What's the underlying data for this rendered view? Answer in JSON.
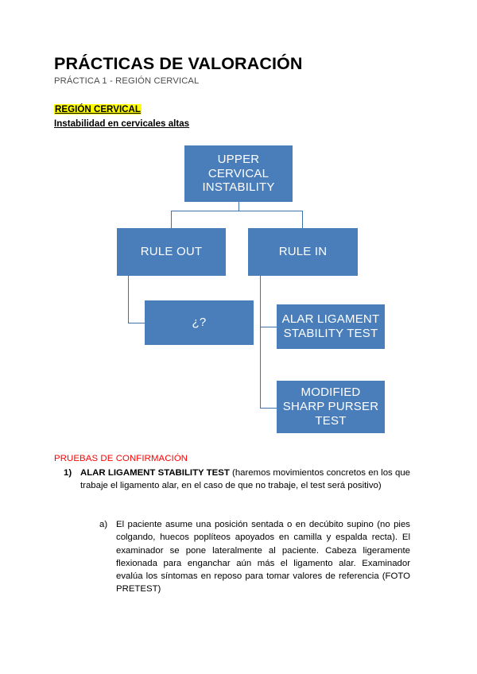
{
  "document": {
    "title": "PRÁCTICAS DE VALORACIÓN",
    "subtitle": "PRÁCTICA 1 - REGIÓN CERVICAL",
    "section_heading": "REGIÓN CERVICAL",
    "section_subheading": "Instabilidad en cervicales altas"
  },
  "colors": {
    "node_fill": "#4a7ebb",
    "node_text": "#ffffff",
    "connector": "#3f72ab",
    "highlight": "#ffff00",
    "accent_red": "#ff0000",
    "page_background": "#ffffff",
    "body_text": "#000000"
  },
  "flowchart": {
    "nodes": [
      {
        "id": "upper",
        "label": "UPPER\nCERVICAL\nINSTABILITY",
        "lines": [
          "UPPER",
          "CERVICAL",
          "INSTABILITY"
        ]
      },
      {
        "id": "rule_out",
        "label": "RULE OUT",
        "lines": [
          "RULE OUT"
        ]
      },
      {
        "id": "rule_in",
        "label": "RULE IN",
        "lines": [
          "RULE IN"
        ]
      },
      {
        "id": "question",
        "label": "¿?",
        "lines": [
          "¿?"
        ]
      },
      {
        "id": "alar",
        "label": "ALAR LIGAMENT STABILITY TEST",
        "lines": [
          "ALAR LIGAMENT",
          "STABILITY TEST"
        ]
      },
      {
        "id": "modified",
        "label": "MODIFIED SHARP PURSER TEST",
        "lines": [
          "MODIFIED",
          "SHARP PURSER",
          "TEST"
        ]
      }
    ],
    "edges": [
      {
        "from": "upper",
        "to": "rule_out"
      },
      {
        "from": "upper",
        "to": "rule_in"
      },
      {
        "from": "rule_out",
        "to": "question"
      },
      {
        "from": "rule_in",
        "to": "alar"
      },
      {
        "from": "rule_in",
        "to": "modified"
      }
    ]
  },
  "content": {
    "pruebas_label": "PRUEBAS DE CONFIRMACIÓN",
    "item1": {
      "marker": "1)",
      "lead": "ALAR LIGAMENT STABILITY TEST",
      "rest": " (haremos movimientos concretos en los que trabaje el ligamento alar, en el caso de que no trabaje, el test será positivo)"
    },
    "itemA": {
      "marker": "a)",
      "text": "El paciente asume una posición sentada o en decúbito supino (no pies colgando, huecos poplíteos apoyados en camilla y espalda recta). El examinador se pone lateralmente al paciente. Cabeza ligeramente flexionada para enganchar aún más el ligamento alar. Examinador evalúa los síntomas en reposo para tomar valores de referencia (FOTO PRETEST)"
    }
  }
}
